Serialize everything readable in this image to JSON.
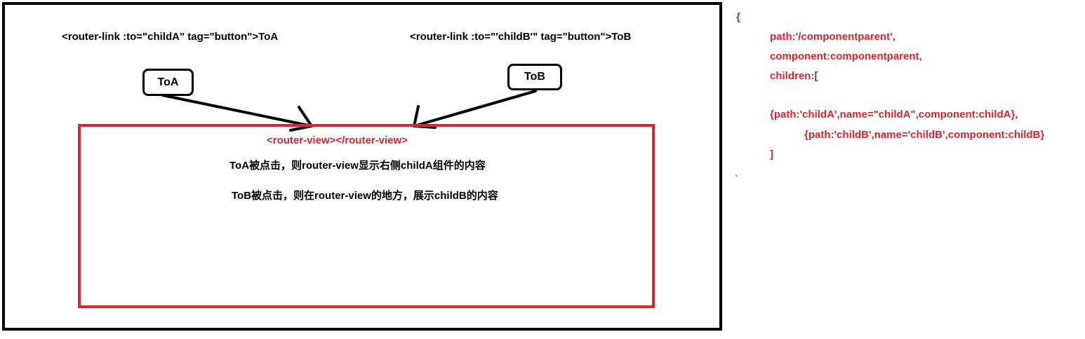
{
  "diagram": {
    "router_link_a": "<router-link :to=\"childA\" tag=\"button\">ToA",
    "router_link_b": "<router-link :to=\"'childB'\" tag=\"button\">ToB",
    "button_a_label": "ToA",
    "button_b_label": "ToB",
    "router_view_tag": "<router-view></router-view>",
    "desc_line_1": "ToA被点击，则router-view显示右侧childA组件的内容",
    "desc_line_2": "ToB被点击，则在router-view的地方，展示childB的内容"
  },
  "code": {
    "lines": [
      "{",
      "path:'/componentparent',",
      "component:componentparent,",
      "children:[",
      "{path:'childA',name=\"childA\",component:childA},",
      "{path:'childB',name='childB',component:childB}",
      "]",
      "ˎ"
    ]
  },
  "colors": {
    "accent_red": "#e8202a",
    "frame_black": "#000000"
  }
}
